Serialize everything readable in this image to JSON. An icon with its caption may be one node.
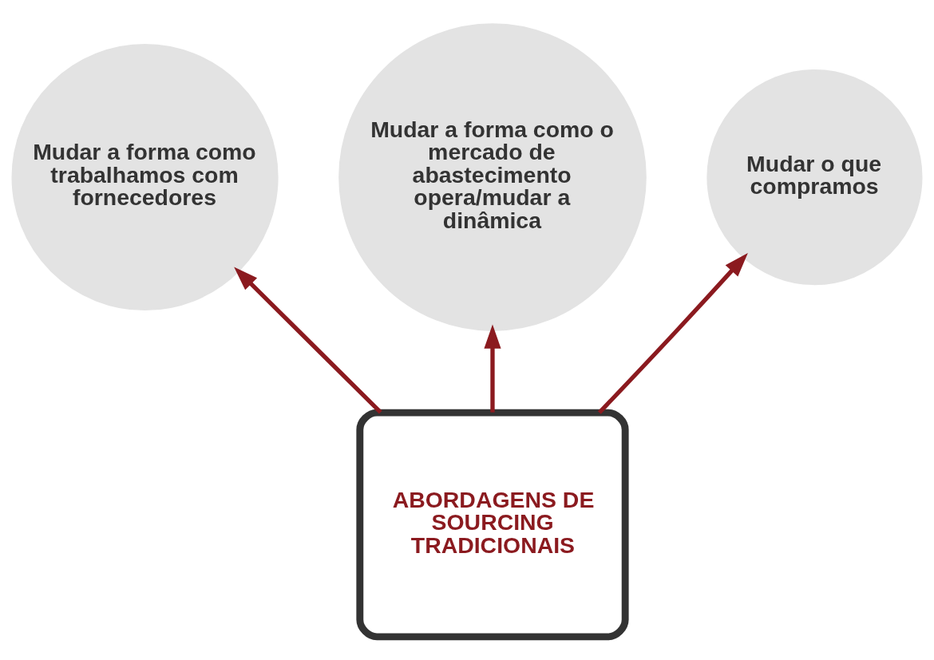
{
  "diagram": {
    "nodes": [
      {
        "text": [
          "ABORDAGENS DE SOURCING TRADICIONAIS"
        ]
      },
      {
        "text": [
          "Mudar a forma como trabalhamos com fornecedores"
        ]
      },
      {
        "text": [
          "Mudar a forma como o mercado de abastecimento opera/mudar a dinâmica"
        ]
      },
      {
        "text": [
          "Mudar o que compramos"
        ]
      }
    ],
    "edges": [
      {
        "from": 0,
        "to": 1,
        "arrow": "to"
      },
      {
        "from": 0,
        "to": 2,
        "arrow": "to"
      },
      {
        "from": 0,
        "to": 3,
        "arrow": "to"
      }
    ]
  }
}
